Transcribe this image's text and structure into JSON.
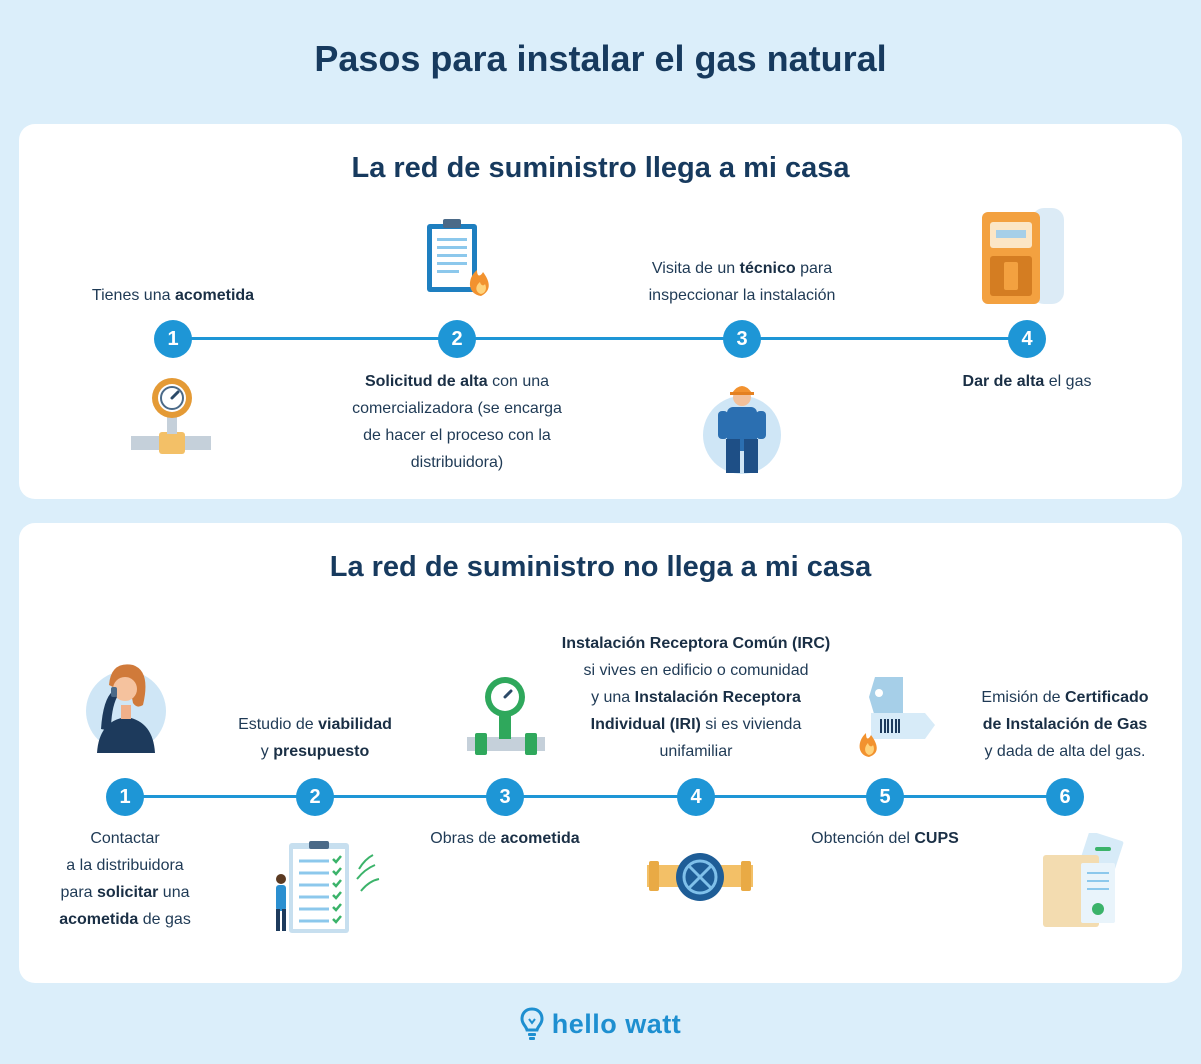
{
  "title": "Pasos para instalar el gas natural",
  "section1": {
    "title": "La red de suministro llega a mi casa",
    "steps": [
      {
        "num": "1",
        "parts": [
          {
            "t": "Tienes una "
          },
          {
            "t": "acometida",
            "b": true
          }
        ]
      },
      {
        "num": "2",
        "parts": [
          {
            "t": "Solicitud de alta",
            "b": true
          },
          {
            "t": " con una comercializadora (se encarga de hacer el proceso con la distribuidora)"
          }
        ]
      },
      {
        "num": "3",
        "parts": [
          {
            "t": "Visita de un "
          },
          {
            "t": "técnico",
            "b": true
          },
          {
            "t": " para inspeccionar la instalación"
          }
        ]
      },
      {
        "num": "4",
        "parts": [
          {
            "t": "Dar de alta",
            "b": true
          },
          {
            "t": " el gas"
          }
        ]
      }
    ]
  },
  "section2": {
    "title": "La red de suministro no llega a mi casa",
    "steps": [
      {
        "num": "1",
        "parts": [
          {
            "t": "Contactar"
          },
          {
            "br": true
          },
          {
            "t": "a la distribuidora"
          },
          {
            "br": true
          },
          {
            "t": "para "
          },
          {
            "t": "solicitar",
            "b": true
          },
          {
            "t": " una"
          },
          {
            "br": true
          },
          {
            "t": "acometida",
            "b": true
          },
          {
            "t": " de gas"
          }
        ]
      },
      {
        "num": "2",
        "parts": [
          {
            "t": "Estudio de "
          },
          {
            "t": "viabilidad",
            "b": true
          },
          {
            "br": true
          },
          {
            "t": "y "
          },
          {
            "t": "presupuesto",
            "b": true
          }
        ]
      },
      {
        "num": "3",
        "parts": [
          {
            "t": "Obras de "
          },
          {
            "t": "acometida",
            "b": true
          }
        ]
      },
      {
        "num": "4",
        "parts": [
          {
            "t": "Instalación Receptora Común (IRC)",
            "b": true
          },
          {
            "br": true
          },
          {
            "t": "si vives en edificio o comunidad"
          },
          {
            "br": true
          },
          {
            "t": "y una "
          },
          {
            "t": "Instalación Receptora",
            "b": true
          },
          {
            "br": true
          },
          {
            "t": "Individual (IRI)",
            "b": true
          },
          {
            "t": " si es vivienda"
          },
          {
            "br": true
          },
          {
            "t": "unifamiliar"
          }
        ]
      },
      {
        "num": "5",
        "parts": [
          {
            "t": "Obtención del "
          },
          {
            "t": "CUPS",
            "b": true
          }
        ]
      },
      {
        "num": "6",
        "parts": [
          {
            "t": "Emisión de "
          },
          {
            "t": "Certificado",
            "b": true
          },
          {
            "br": true
          },
          {
            "t": "de Instalación de Gas",
            "b": true
          },
          {
            "br": true
          },
          {
            "t": "y dada de alta del gas."
          }
        ]
      }
    ]
  },
  "logo": {
    "text": "hello watt"
  },
  "colors": {
    "accent": "#1e96d6",
    "background": "#dbeefa",
    "title": "#173a5e"
  }
}
